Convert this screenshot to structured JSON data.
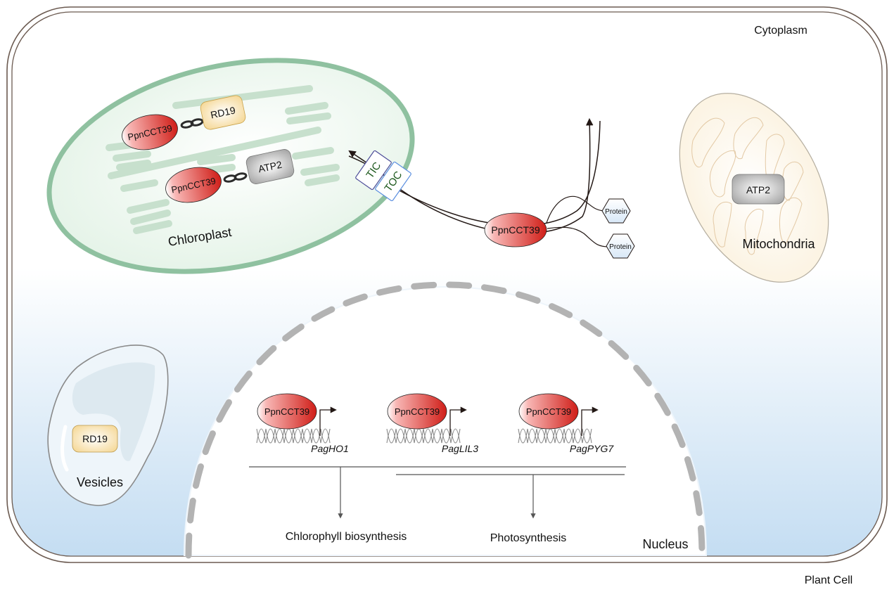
{
  "figure": {
    "compartments": {
      "cytoplasm": "Cytoplasm",
      "plant_cell": "Plant Cell",
      "chloroplast": "Chloroplast",
      "mitochondria": "Mitochondria",
      "vesicles": "Vesicles",
      "nucleus": "Nucleus"
    },
    "chloroplast": {
      "interactions": [
        {
          "protein": "PpnCCT39",
          "partner": "RD19"
        },
        {
          "protein": "PpnCCT39",
          "partner": "ATP2"
        }
      ],
      "import_complex": {
        "inner": "TIC",
        "outer": "TOC"
      }
    },
    "cytoplasm_protein": {
      "name": "PpnCCT39",
      "partners": [
        "Protein",
        "Protein"
      ]
    },
    "mitochondria_protein": "ATP2",
    "vesicle_protein": "RD19",
    "nucleus": {
      "tf": "PpnCCT39",
      "targets": [
        {
          "gene": "PagHO1"
        },
        {
          "gene": "PagLIL3"
        },
        {
          "gene": "PagPYG7"
        }
      ],
      "outcomes": [
        "Chlorophyll biosynthesis",
        "Photosynthesis"
      ]
    },
    "colors": {
      "cell_wall": "#6b5a50",
      "chloroplast_border": "#8fc1a0",
      "thylakoid": "#c7e0cd",
      "protein_red": "#d42a22",
      "rd19_yellow": "#f6d792",
      "atp2_gray": "#a8a8a8",
      "tic_border": "#4d4d99",
      "toc_border": "#5b8fe0",
      "tic_toc_text": "#1f5a1f",
      "nucleus_dash": "#b3b3b3",
      "cyto_gradient_bottom": "#c6def3"
    }
  }
}
